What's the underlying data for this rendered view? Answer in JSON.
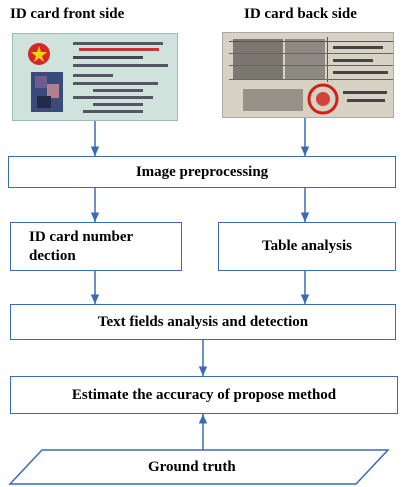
{
  "titles": {
    "front": "ID card front side",
    "back": "ID card back side"
  },
  "boxes": {
    "preprocessing": "Image preprocessing",
    "id_number_line1": "ID card number",
    "id_number_line2": "dection",
    "table_analysis": "Table analysis",
    "text_fields": "Text fields analysis and detection",
    "accuracy": "Estimate the accuracy of propose method",
    "ground_truth": "Ground truth"
  },
  "colors": {
    "box_border": "#3a6ab8",
    "arrow": "#3a6ab8",
    "front_card_bg": "#cfe3dc",
    "back_card_bg": "#d8d2c4",
    "stamp": "#d0201a"
  },
  "icons": {
    "front_card": "id-card-front-photo",
    "back_card": "id-card-back-photo"
  }
}
